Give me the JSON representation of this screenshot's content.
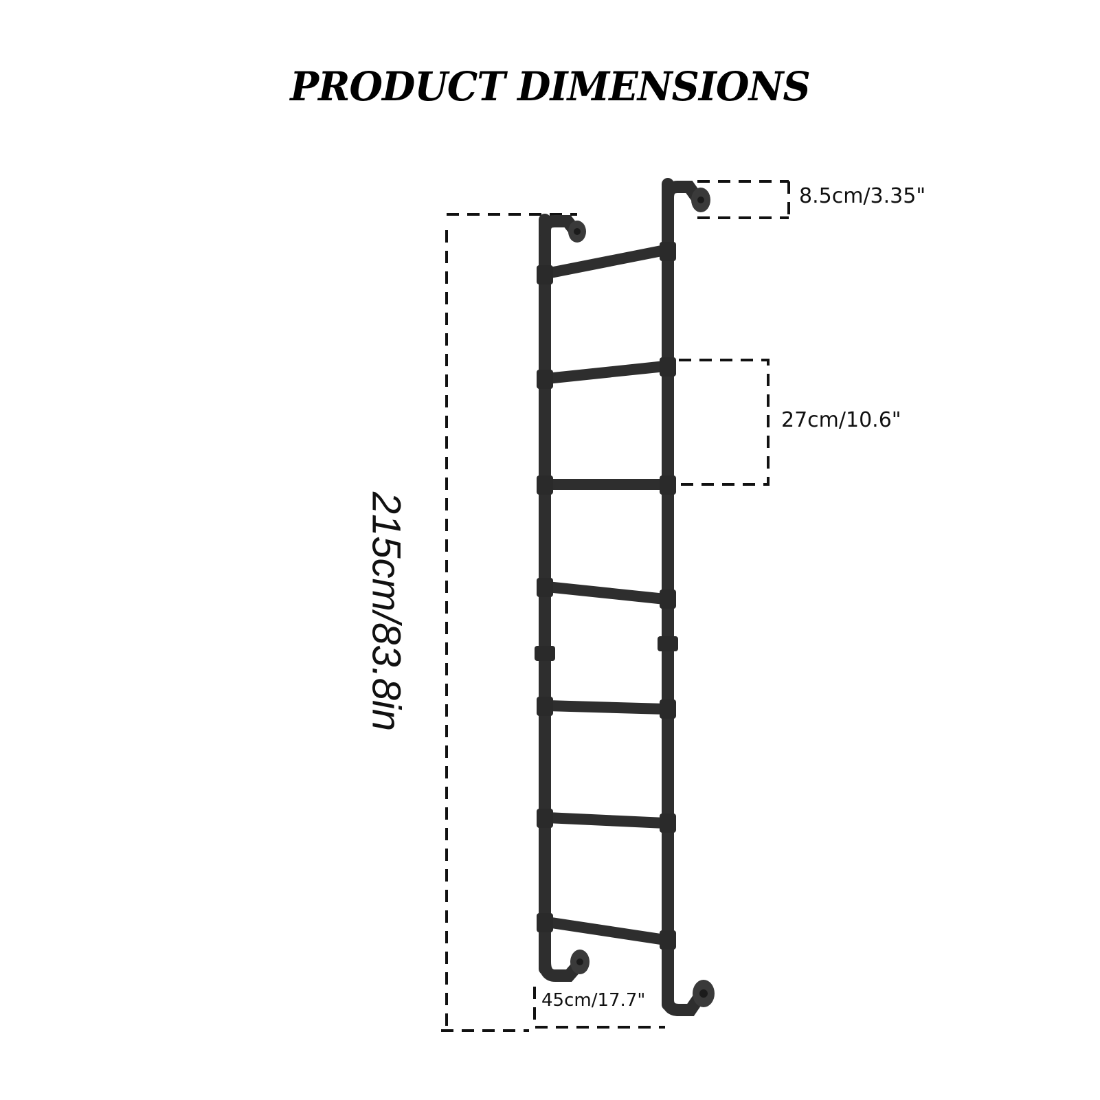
{
  "title": "PRODUCT DIMENSIONS",
  "dimensions": {
    "wall_depth": "8.5cm/3.35\"",
    "rung_spacing": "27cm/10.6\"",
    "height": "215cm/83.8in",
    "width": "45cm/17.7\""
  },
  "colors": {
    "pipe": "#2e2e2e",
    "pipe_highlight": "#4a4a4a",
    "dashed_line": "#111111",
    "text": "#111111"
  }
}
